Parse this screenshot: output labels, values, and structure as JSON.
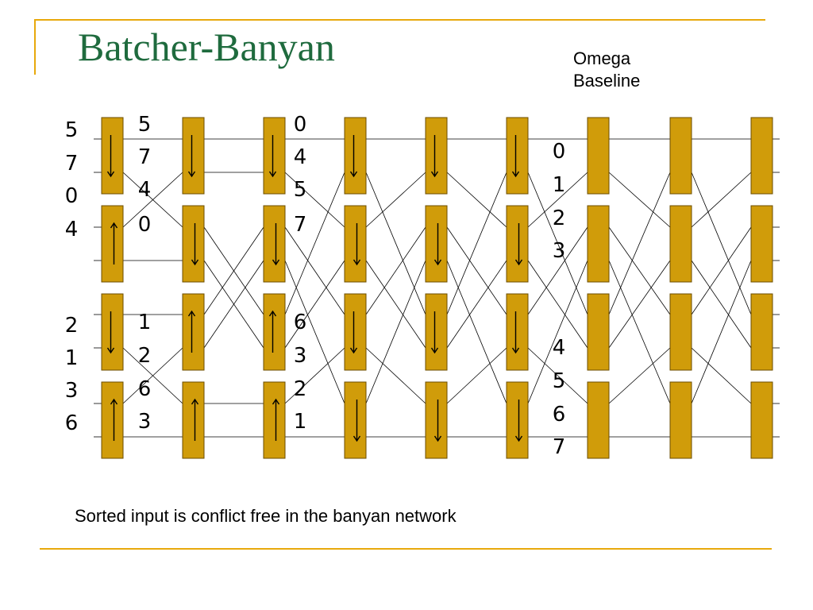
{
  "title": "Batcher-Banyan",
  "legend": [
    "Omega",
    "Baseline"
  ],
  "caption": "Sorted input is conflict free in the banyan network",
  "colors": {
    "rule": "#e8a90c",
    "title": "#1f6b3e",
    "switch_fill": "#d09c0a",
    "switch_stroke": "#6b4d00"
  },
  "inputs": [
    "5",
    "7",
    "0",
    "4",
    "2",
    "1",
    "3",
    "6"
  ],
  "after_stage1": [
    "5",
    "7",
    "4",
    "0",
    "1",
    "2",
    "6",
    "3"
  ],
  "after_stage3": [
    "0",
    "4",
    "5",
    "7",
    "6",
    "3",
    "2",
    "1"
  ],
  "sorted_output": [
    "0",
    "1",
    "2",
    "3",
    "4",
    "5",
    "6",
    "7"
  ],
  "switch_directions": [
    [
      "down",
      "up",
      "down",
      "up"
    ],
    [
      "down",
      "down",
      "up",
      "up"
    ],
    [
      "down",
      "down",
      "up",
      "up"
    ],
    [
      "down",
      "down",
      "down",
      "down"
    ],
    [
      "down",
      "down",
      "down",
      "down"
    ],
    [
      "down",
      "down",
      "down",
      "down"
    ],
    [
      "",
      "",
      "",
      ""
    ],
    [
      "",
      "",
      "",
      ""
    ],
    [
      "",
      "",
      "",
      ""
    ]
  ]
}
